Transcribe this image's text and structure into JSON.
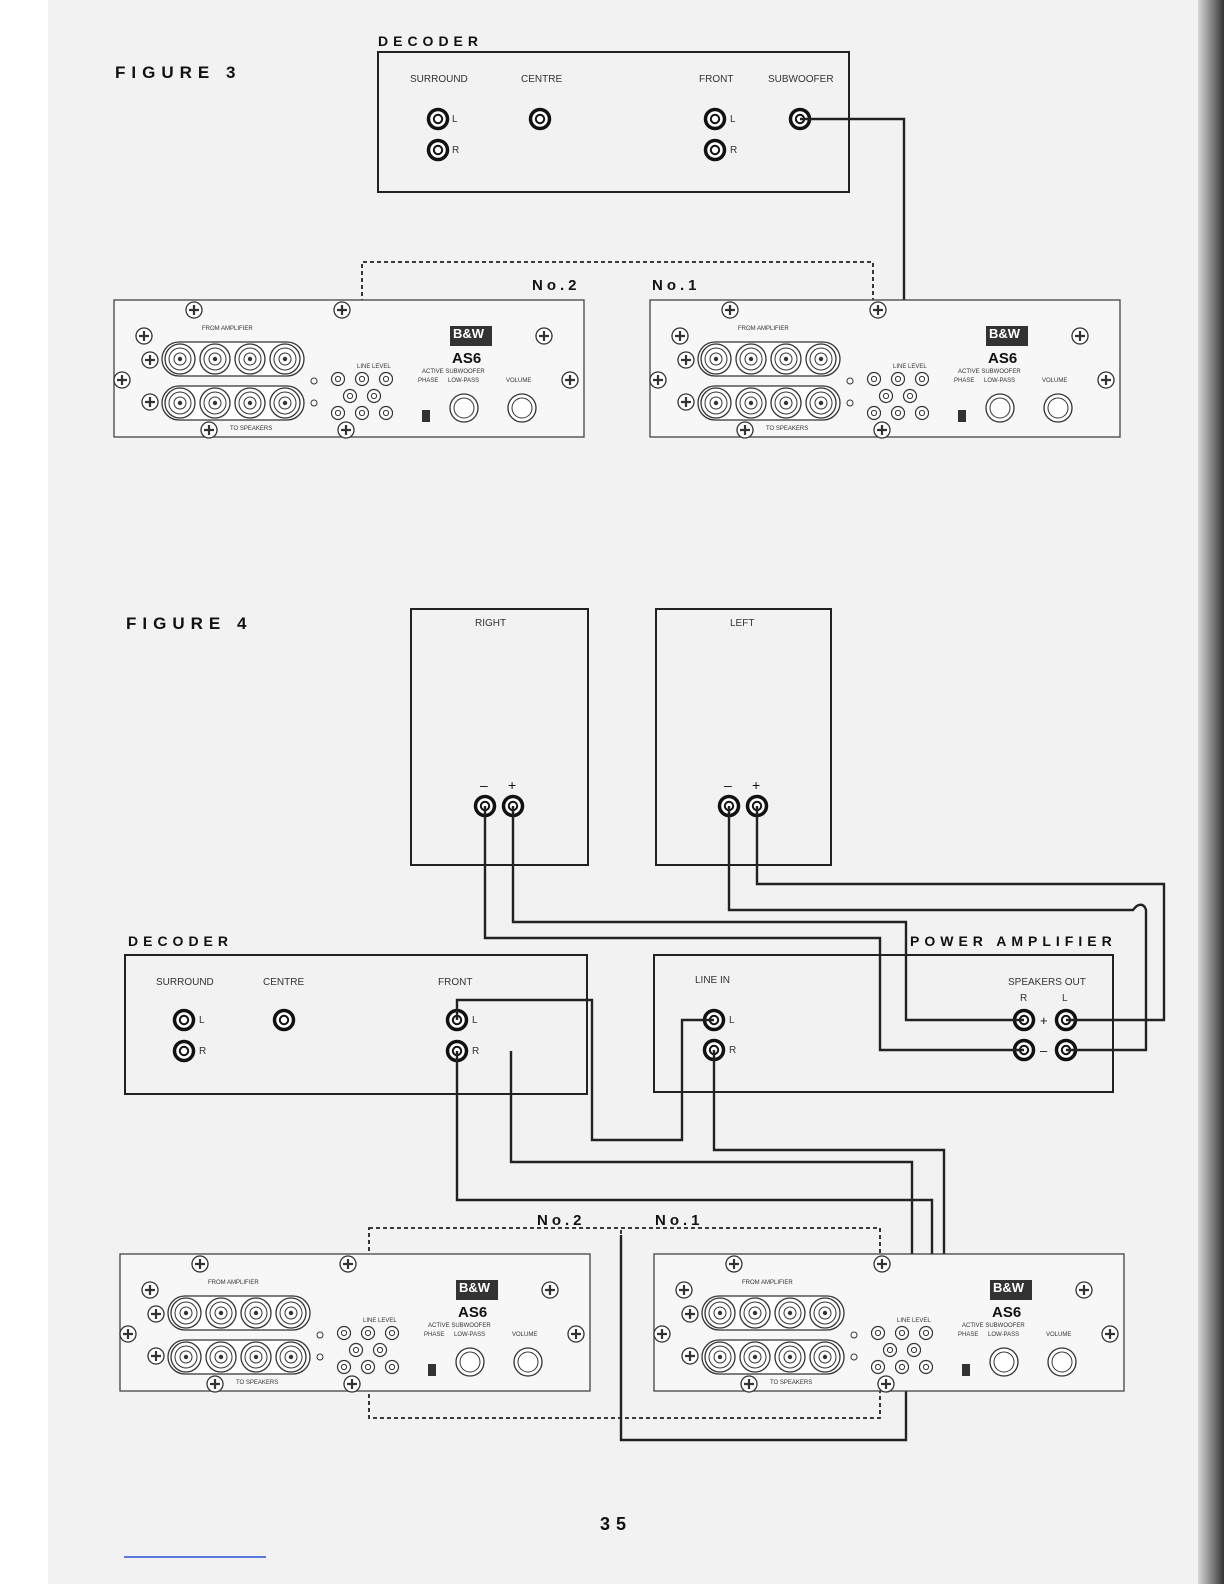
{
  "figure3": {
    "title": "FIGURE 3",
    "decoder": {
      "title": "DECODER",
      "surround": "SURROUND",
      "centre": "CENTRE",
      "front": "FRONT",
      "subwoofer": "SUBWOOFER",
      "left": "L",
      "right": "R"
    },
    "no2": "No.2",
    "no1": "No.1"
  },
  "figure4": {
    "title": "FIGURE 4",
    "right_speaker": "RIGHT",
    "left_speaker": "LEFT",
    "minus": "–",
    "plus": "+",
    "decoder": {
      "title": "DECODER",
      "surround": "SURROUND",
      "centre": "CENTRE",
      "front": "FRONT",
      "left": "L",
      "right": "R"
    },
    "power_amp": {
      "title": "POWER AMPLIFIER",
      "line_in": "LINE IN",
      "speakers_out": "SPEAKERS OUT",
      "left": "L",
      "right": "R",
      "plus": "+",
      "minus": "–"
    },
    "no2": "No.2",
    "no1": "No.1"
  },
  "subwoofer_panel": {
    "brand": "B&W",
    "model": "AS6",
    "subtitle": "ACTIVE SUBWOOFER",
    "from_amplifier": "FROM AMPLIFIER",
    "to_speakers": "TO SPEAKERS",
    "line_level": "LINE LEVEL",
    "phase": "PHASE",
    "low_pass": "LOW-PASS",
    "volume": "VOLUME"
  },
  "page_number": "35"
}
